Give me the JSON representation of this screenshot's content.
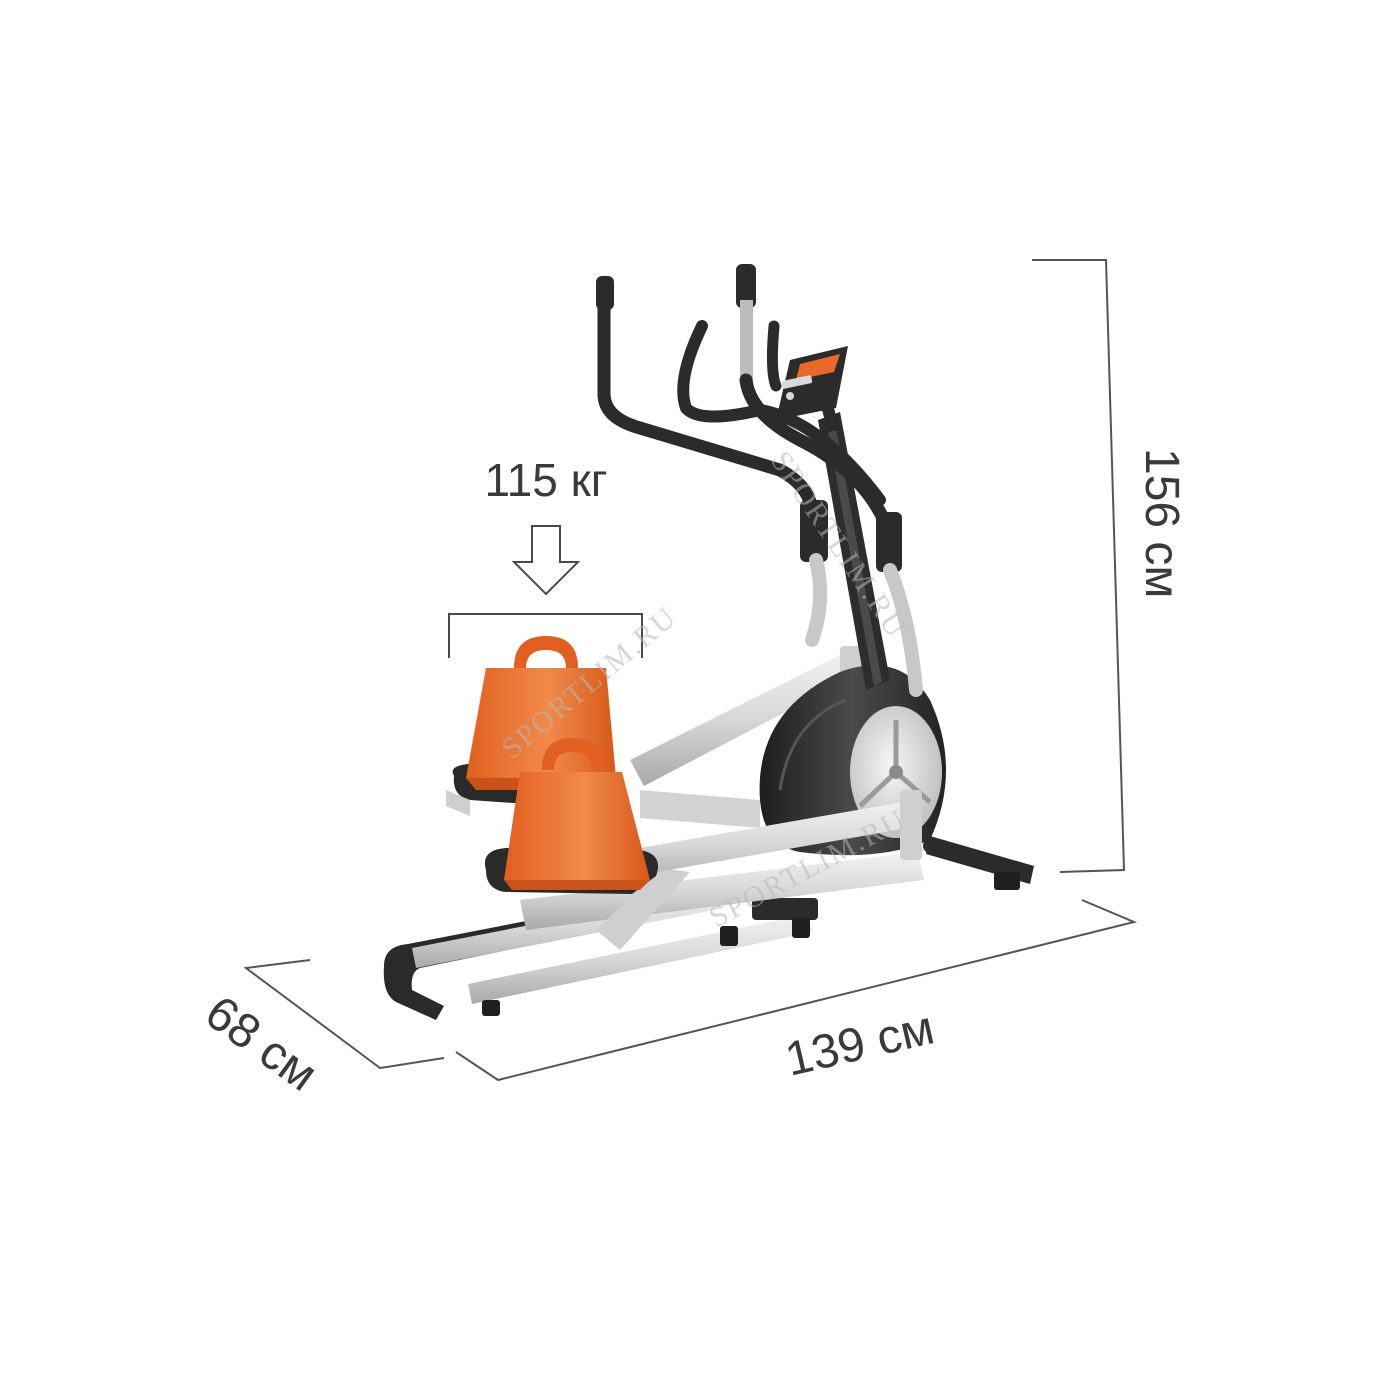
{
  "dimensions": {
    "height_label": "156 см",
    "length_label": "139 см",
    "width_label": "68 см"
  },
  "max_load": {
    "label": "115 кг"
  },
  "watermark": {
    "text_1": "SPORTLIM.RU",
    "text_2": "SPORTLIM.RU",
    "text_3": "SPORTLIM.RU"
  },
  "colors": {
    "frame_dark": "#2f2f2f",
    "frame_silver": "#d6d6d6",
    "accent_orange": "#e86a2a",
    "dimension_line": "#555555",
    "text": "#3a3a3a"
  },
  "icons": {
    "load_arrow": "down-arrow-icon",
    "weight": "kettle-weight-icon"
  }
}
